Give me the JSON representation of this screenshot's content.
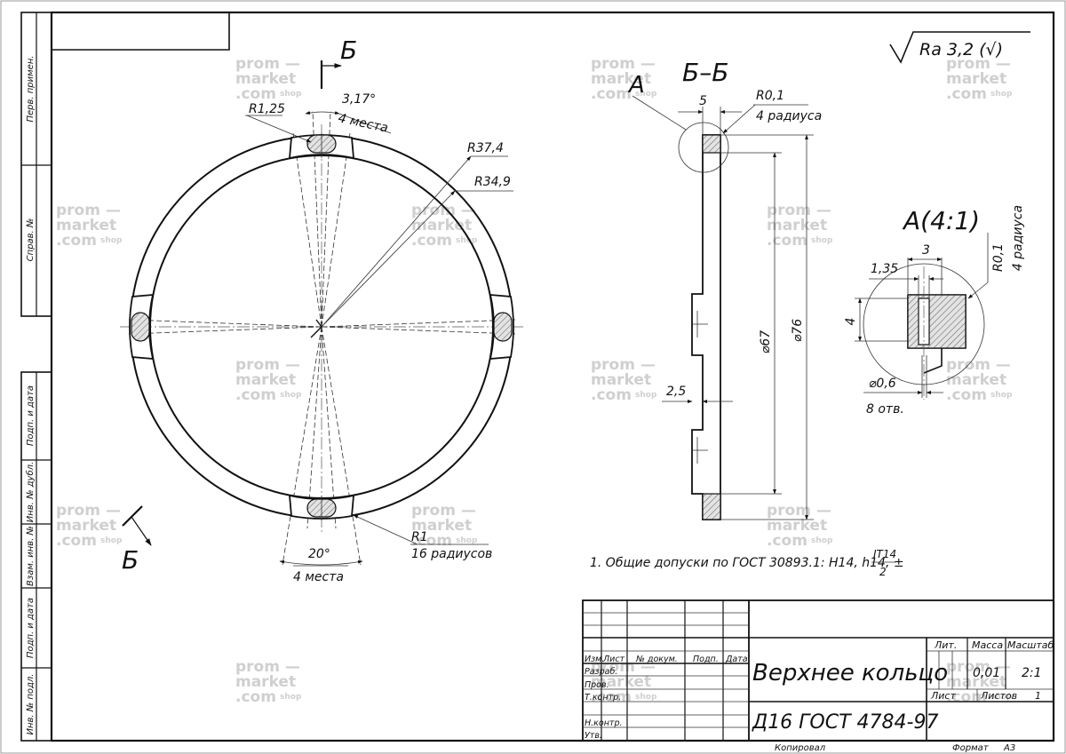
{
  "sheet_frame": {
    "side_labels": [
      "Перв. примен.",
      "Справ. №",
      "Подп. и дата",
      "Инв. № дубл.",
      "Взам. инв. №",
      "Подп. и дата",
      "Инв. № подл."
    ]
  },
  "view_main": {
    "section_mark": "Б",
    "dims": {
      "r_slot": "R1,25",
      "angle_slot": "3,17°",
      "angle_slot_qty": "4 места",
      "r_outer": "R37,4",
      "r_inner": "R34,9",
      "angle_pad": "20°",
      "angle_pad_qty": "4 места",
      "r_fillet": "R1",
      "r_fillet_qty": "16 радиусов"
    }
  },
  "view_section": {
    "title": "Б–Б",
    "detail_mark": "А",
    "dims": {
      "width": "5",
      "r_edge": "R0,1",
      "r_edge_qty": "4 радиуса",
      "d_inner": "⌀67",
      "d_outer": "⌀76",
      "step": "2,5"
    }
  },
  "view_detail": {
    "title": "А(4:1)",
    "dims": {
      "w": "3",
      "offset": "1,35",
      "r_edge": "R0,1",
      "r_edge_qty": "4 радиуса",
      "h": "4",
      "hole": "⌀0,6",
      "hole_qty": "8 отв."
    }
  },
  "roughness": "Ra 3,2 (√)",
  "note": {
    "text": "1. Общие допуски по ГОСТ 30893.1: H14, h14, ±",
    "frac_num": "IT14",
    "frac_den": "2"
  },
  "watermark": {
    "line1": "prom —",
    "line2": "market",
    "line3": ".com",
    "suffix": "shop"
  },
  "title_block": {
    "part_name": "Верхнее кольцо",
    "material": "Д16  ГОСТ 4784-97",
    "col_headers": [
      "Изм.",
      "Лист",
      "№ докум.",
      "Подп.",
      "Дата"
    ],
    "row_labels": [
      "Разраб.",
      "Пров.",
      "Т.контр.",
      "Н.контр.",
      "Утв."
    ],
    "lit_label": "Лит.",
    "mass_label": "Масса",
    "mass_value": "0,01",
    "scale_label": "Масштаб",
    "scale_value": "2:1",
    "sheet_label": "Лист",
    "sheets_label": "Листов",
    "sheets_value": "1",
    "copied": "Копировал",
    "format_label": "Формат",
    "format_value": "А3"
  }
}
